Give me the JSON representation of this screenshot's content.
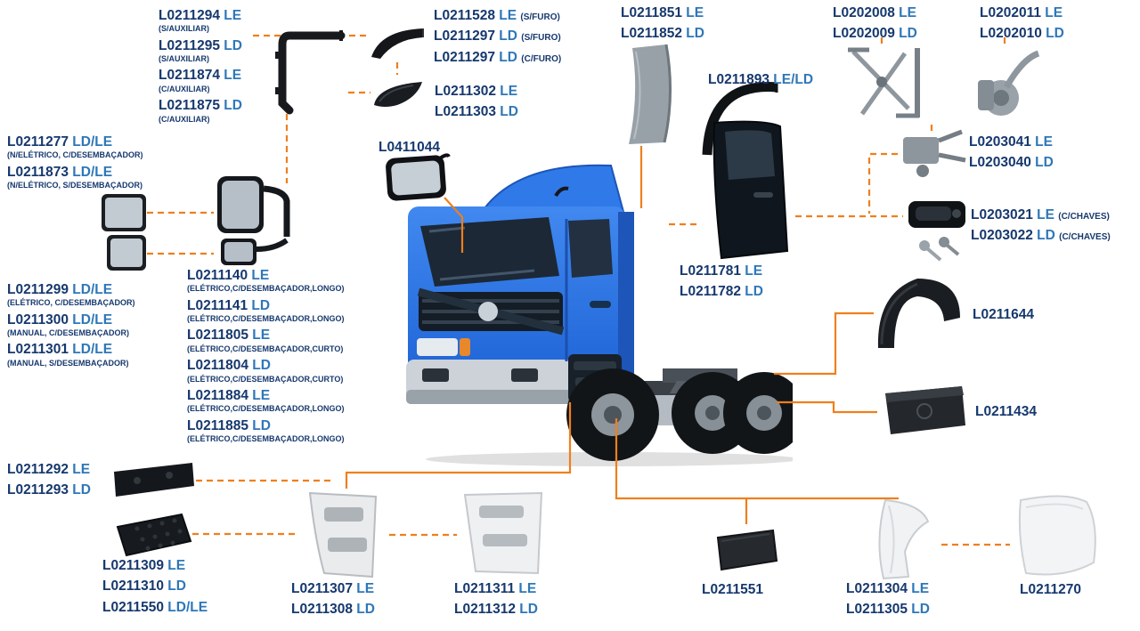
{
  "colors": {
    "part_number": "#16386e",
    "variant": "#2e77b8",
    "connector_orange": "#ef7f1c",
    "truck_blue": "#2f79e8",
    "background": "#ffffff"
  },
  "labels": {
    "mirror_arm": [
      {
        "num": "L0211294",
        "suf": "LE",
        "note": "(S/AUXILIAR)"
      },
      {
        "num": "L0211295",
        "suf": "LD",
        "note": "(S/AUXILIAR)"
      },
      {
        "num": "L0211874",
        "suf": "LE",
        "note": "(C/AUXILIAR)"
      },
      {
        "num": "L0211875",
        "suf": "LD",
        "note": "(C/AUXILIAR)"
      }
    ],
    "corner_deflector": [
      {
        "num": "L0211528",
        "suf": "LE",
        "note": "(S/FURO)"
      },
      {
        "num": "L0211297",
        "suf": "LD",
        "note": "(S/FURO)"
      },
      {
        "num": "L0211297",
        "suf": "LD",
        "note": "(C/FURO)"
      }
    ],
    "mirror_cover": [
      {
        "num": "L0211302",
        "suf": "LE"
      },
      {
        "num": "L0211303",
        "suf": "LD"
      }
    ],
    "upper_glass": [
      {
        "num": "L0211277",
        "suf": "LD/LE",
        "note": "(N/ELÉTRICO, C/DESEMBAÇADOR)"
      },
      {
        "num": "L0211873",
        "suf": "LD/LE",
        "note": "(N/ELÉTRICO, S/DESEMBAÇADOR)"
      }
    ],
    "lower_glass": [
      {
        "num": "L0211299",
        "suf": "LD/LE",
        "note": "(ELÉTRICO, C/DESEMBAÇADOR)"
      },
      {
        "num": "L0211300",
        "suf": "LD/LE",
        "note": "(MANUAL, C/DESEMBAÇADOR)"
      },
      {
        "num": "L0211301",
        "suf": "LD/LE",
        "note": "(MANUAL, S/DESEMBAÇADOR)"
      }
    ],
    "interior_mirror": [
      {
        "num": "L0411044"
      }
    ],
    "mirror_assembly": [
      {
        "num": "L0211140",
        "suf": "LE",
        "note": "(ELÉTRICO,C/DESEMBAÇADOR,LONGO)"
      },
      {
        "num": "L0211141",
        "suf": "LD",
        "note": "(ELÉTRICO,C/DESEMBAÇADOR,LONGO)"
      },
      {
        "num": "L0211805",
        "suf": "LE",
        "note": "(ELÉTRICO,C/DESEMBAÇADOR,CURTO)"
      },
      {
        "num": "L0211804",
        "suf": "LD",
        "note": "(ELÉTRICO,C/DESEMBAÇADOR,CURTO)"
      },
      {
        "num": "L0211884",
        "suf": "LE",
        "note": "(ELÉTRICO,C/DESEMBAÇADOR,LONGO)"
      },
      {
        "num": "L0211885",
        "suf": "LD",
        "note": "(ELÉTRICO,C/DESEMBAÇADOR,LONGO)"
      }
    ],
    "air_deflector": [
      {
        "num": "L0211851",
        "suf": "LE"
      },
      {
        "num": "L0211852",
        "suf": "LD"
      }
    ],
    "window_frame": [
      {
        "num": "L0211893",
        "suf": "LE/LD"
      }
    ],
    "window_regulator": [
      {
        "num": "L0202008",
        "suf": "LE"
      },
      {
        "num": "L0202009",
        "suf": "LD"
      }
    ],
    "wiper_motor": [
      {
        "num": "L0202011",
        "suf": "LE"
      },
      {
        "num": "L0202010",
        "suf": "LD"
      }
    ],
    "door_lock": [
      {
        "num": "L0203041",
        "suf": "LE"
      },
      {
        "num": "L0203040",
        "suf": "LD"
      }
    ],
    "door_handle": [
      {
        "num": "L0203021",
        "suf": "LE",
        "note": "(C/CHAVES)"
      },
      {
        "num": "L0203022",
        "suf": "LD",
        "note": "(C/CHAVES)"
      }
    ],
    "door": [
      {
        "num": "L0211781",
        "suf": "LE"
      },
      {
        "num": "L0211782",
        "suf": "LD"
      }
    ],
    "rear_fender": [
      {
        "num": "L0211644"
      }
    ],
    "battery_cover": [
      {
        "num": "L0211434"
      }
    ],
    "step_panel": [
      {
        "num": "L0211292",
        "suf": "LE"
      },
      {
        "num": "L0211293",
        "suf": "LD"
      }
    ],
    "step_grate": [
      {
        "num": "L0211309",
        "suf": "LE"
      },
      {
        "num": "L0211310",
        "suf": "LD"
      },
      {
        "num": "L0211550",
        "suf": "LD/LE"
      }
    ],
    "step_front": [
      {
        "num": "L0211307",
        "suf": "LE"
      },
      {
        "num": "L0211308",
        "suf": "LD"
      }
    ],
    "step_rear": [
      {
        "num": "L0211311",
        "suf": "LE"
      },
      {
        "num": "L0211312",
        "suf": "LD"
      }
    ],
    "mud_flap": [
      {
        "num": "L0211551"
      }
    ],
    "fender_extension": [
      {
        "num": "L0211304",
        "suf": "LE"
      },
      {
        "num": "L0211305",
        "suf": "LD"
      }
    ],
    "bumper_corner": [
      {
        "num": "L0211270"
      }
    ]
  }
}
